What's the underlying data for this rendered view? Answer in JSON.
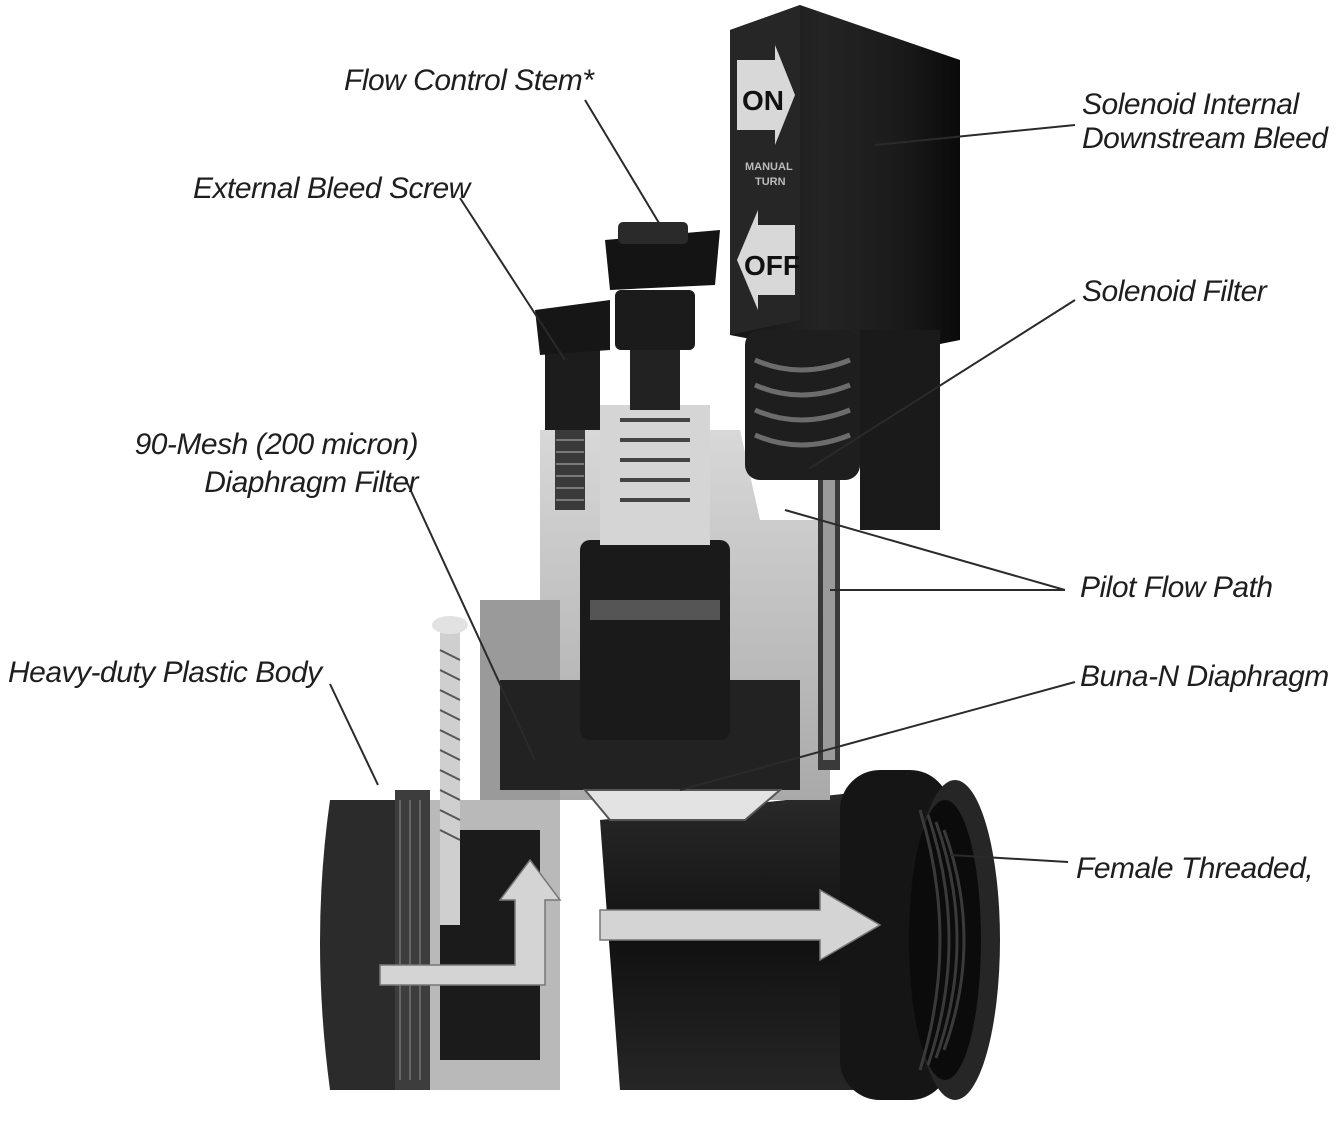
{
  "labels": {
    "flow_control_stem": "Flow Control Stem*",
    "external_bleed_screw": "External Bleed Screw",
    "mesh_filter_line1": "90-Mesh (200 micron)",
    "mesh_filter_line2": "Diaphragm Filter",
    "plastic_body": "Heavy-duty Plastic Body",
    "solenoid_bleed_line1": "Solenoid Internal",
    "solenoid_bleed_line2": "Downstream Bleed",
    "solenoid_filter": "Solenoid Filter",
    "pilot_flow_path": "Pilot Flow Path",
    "diaphragm": "Buna-N Diaphragm",
    "female_threaded": "Female Threaded,"
  },
  "solenoid_text": {
    "on": "ON",
    "off": "OFF",
    "manual_line1": "MANUAL",
    "manual_line2": "TURN"
  },
  "colors": {
    "body_dark": "#1c1c1c",
    "body_mid": "#555555",
    "section_light": "#c9c9c9",
    "section_mid": "#8a8a8a",
    "arrow_fill": "#d2d2d2",
    "leader_line": "#2a2a2a"
  }
}
